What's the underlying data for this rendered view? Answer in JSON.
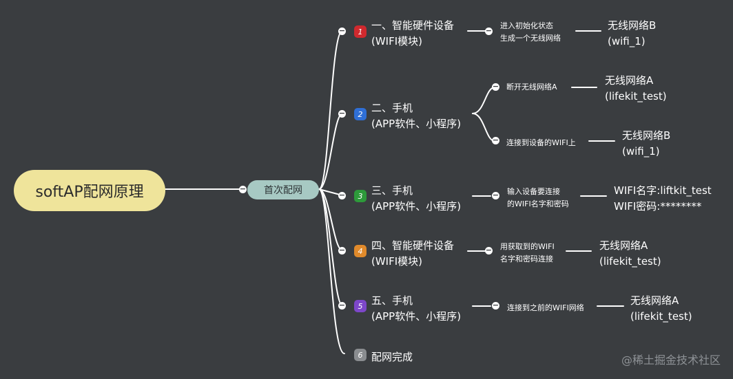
{
  "root": "softAP配网原理",
  "hub": "首次配网",
  "steps": [
    {
      "num": "1",
      "color": "#d0292e",
      "line1": "一、智能硬件设备",
      "line2": "(WIFI模块)",
      "actions": [
        {
          "text1": "进入初始化状态",
          "text2": "生成一个无线网络",
          "leaf1": "无线网络B",
          "leaf2": "(wifi_1)"
        }
      ]
    },
    {
      "num": "2",
      "color": "#2f6fd6",
      "line1": "二、手机",
      "line2": "(APP软件、小程序)",
      "actions": [
        {
          "text1": "断开无线网络A",
          "leaf1": "无线网络A",
          "leaf2": "(lifekit_test)"
        },
        {
          "text1": "连接到设备的WIFI上",
          "leaf1": "无线网络B",
          "leaf2": "(wifi_1)"
        }
      ]
    },
    {
      "num": "3",
      "color": "#2d9a3a",
      "line1": "三、手机",
      "line2": "(APP软件、小程序)",
      "actions": [
        {
          "text1": "输入设备要连接",
          "text2": "的WIFI名字和密码",
          "leaf1": "WIFI名字:liftkit_test",
          "leaf2": "WIFI密码:********"
        }
      ]
    },
    {
      "num": "4",
      "color": "#e08a2b",
      "line1": "四、智能硬件设备",
      "line2": "(WIFI模块)",
      "actions": [
        {
          "text1": "用获取到的WIFI",
          "text2": "名字和密码连接",
          "leaf1": "无线网络A",
          "leaf2": "(lifekit_test)"
        }
      ]
    },
    {
      "num": "5",
      "color": "#7d47c9",
      "line1": "五、手机",
      "line2": "(APP软件、小程序)",
      "actions": [
        {
          "text1": "连接到之前的WIFI网络",
          "leaf1": "无线网络A",
          "leaf2": "(lifekit_test)"
        }
      ]
    },
    {
      "num": "6",
      "color": "#8a8d90",
      "line1": "配网完成"
    }
  ],
  "watermark": "@稀土掘金技术社区"
}
